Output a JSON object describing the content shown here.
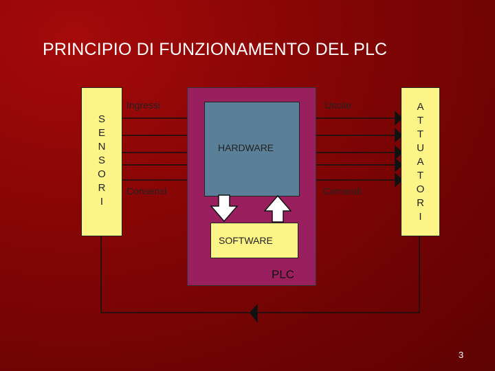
{
  "slide": {
    "title": "PRINCIPIO DI FUNZIONAMENTO DEL PLC",
    "page_number": "3"
  },
  "sensori": {
    "letters": [
      "S",
      "E",
      "N",
      "S",
      "O",
      "R",
      "I"
    ]
  },
  "attuatori": {
    "letters": [
      "A",
      "T",
      "T",
      "U",
      "A",
      "T",
      "O",
      "R",
      "I"
    ]
  },
  "plc": {
    "label": "PLC",
    "hardware_label": "HARDWARE",
    "software_label": "SOFTWARE"
  },
  "signals": {
    "ingressi": "Ingressi",
    "consensi": "Consensi",
    "uscite": "Uscite",
    "comandi": "Comandi"
  },
  "colors": {
    "background": "#8a0606",
    "plc_box": "#9a1f5e",
    "hardware_box": "#5a7f99",
    "yellow_box": "#fdf488"
  }
}
